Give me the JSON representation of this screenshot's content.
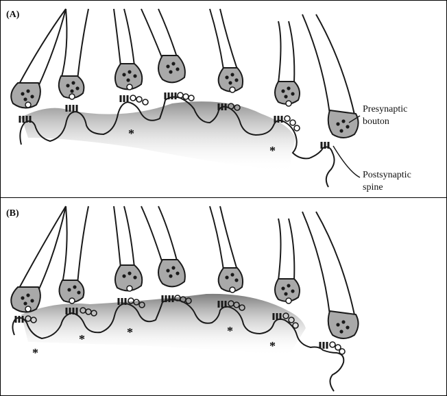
{
  "figure": {
    "panel_a": {
      "label": "(A)"
    },
    "panel_b": {
      "label": "(B)"
    },
    "annotations": {
      "presynaptic_line1": "Presynaptic",
      "presynaptic_line2": "bouton",
      "postsynaptic_line1": "Postsynaptic",
      "postsynaptic_line2": "spine"
    },
    "asterisk": "*",
    "colors": {
      "line": "#1a1a1a",
      "bouton_fill": "#a9a9a9",
      "shading": "#8c8c8c"
    }
  }
}
